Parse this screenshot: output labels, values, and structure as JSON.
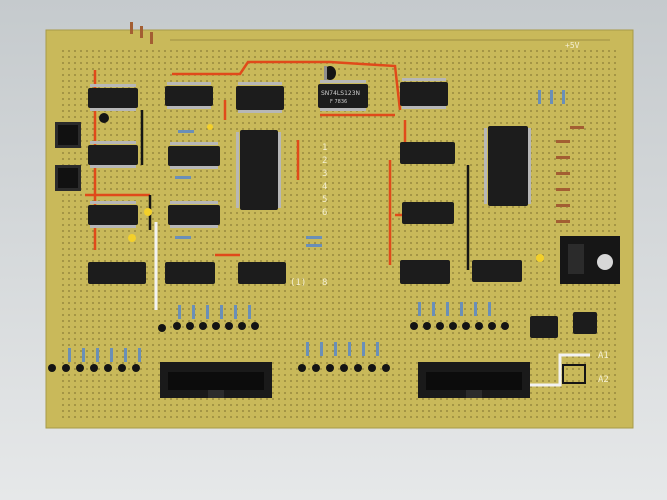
{
  "board": {
    "substrate_color": "#c9b95a",
    "wire_color": "#e04a1a",
    "chip_color": "#1c1c1c"
  },
  "labels": {
    "chip_main_top": "SN74LS123N",
    "chip_main_sub": "F 7836",
    "corner_label": "+5V",
    "row_labels": [
      "1",
      "2",
      "3",
      "4",
      "5",
      "6"
    ],
    "paren_label": "(1)",
    "paren_value": "8",
    "socket_label_a": "A1",
    "socket_label_b": "A2"
  }
}
